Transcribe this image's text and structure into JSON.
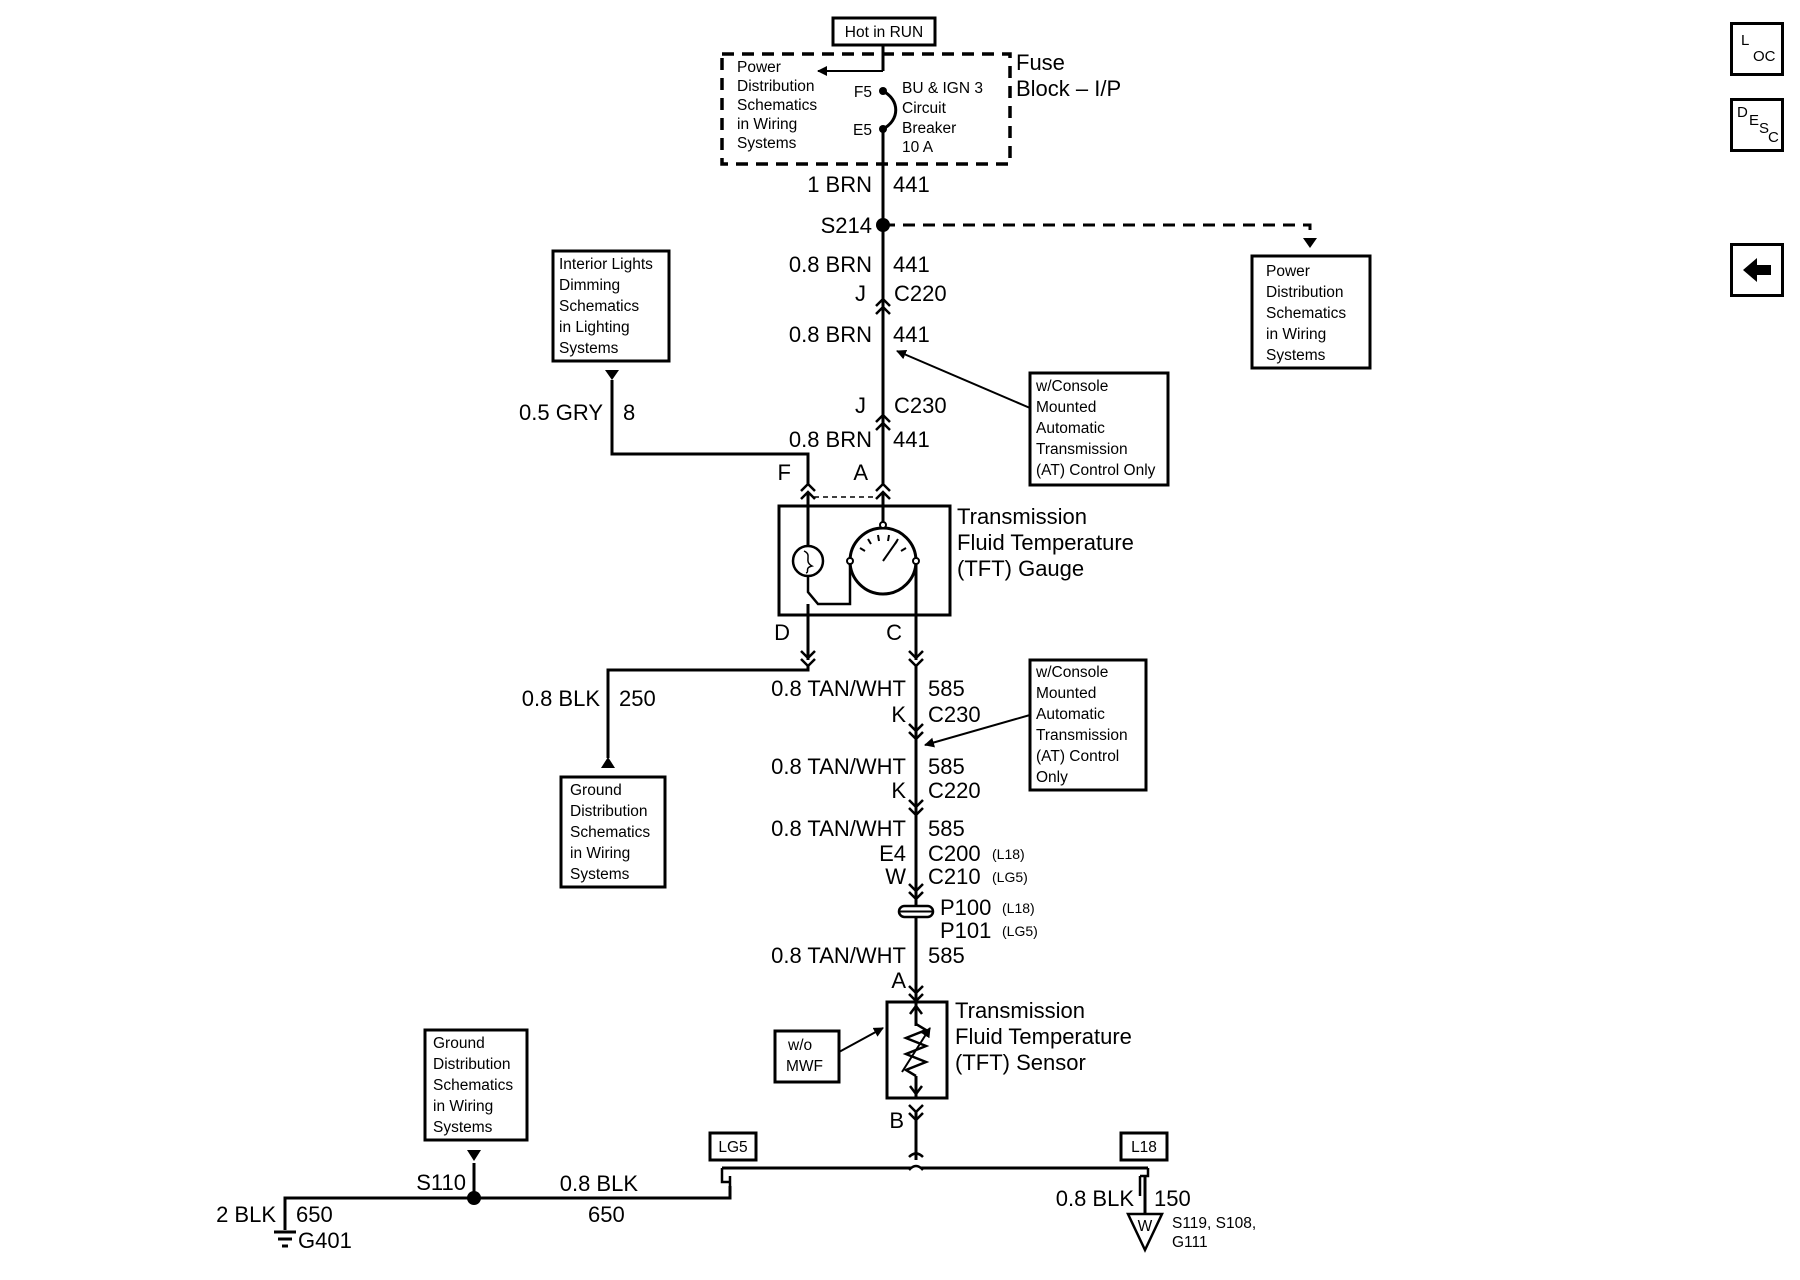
{
  "header": {
    "hot_label": "Hot in RUN"
  },
  "fuse_block": {
    "title_line1": "Fuse",
    "title_line2": "Block – I/P",
    "ref_lines": [
      "Power",
      "Distribution",
      "Schematics",
      "in Wiring",
      "Systems"
    ],
    "pin_top": "F5",
    "pin_bottom": "E5",
    "breaker_lines": [
      "BU & IGN 3",
      "Circuit",
      "Breaker",
      "10 A"
    ]
  },
  "wires": {
    "w1": {
      "gauge": "1 BRN",
      "circuit": "441"
    },
    "splice_s214": "S214",
    "w2": {
      "gauge": "0.8 BRN",
      "circuit": "441"
    },
    "c220_top": {
      "pin": "J",
      "conn": "C220"
    },
    "w3": {
      "gauge": "0.8 BRN",
      "circuit": "441"
    },
    "c230_top": {
      "pin": "J",
      "conn": "C230"
    },
    "w4": {
      "gauge": "0.8 BRN",
      "circuit": "441"
    },
    "gry": {
      "gauge": "0.5 GRY",
      "circuit": "8"
    },
    "blk250": {
      "gauge": "0.8 BLK",
      "circuit": "250"
    },
    "tan1": {
      "gauge": "0.8 TAN/WHT",
      "circuit": "585"
    },
    "c230_bot": {
      "pin": "K",
      "conn": "C230"
    },
    "tan2": {
      "gauge": "0.8 TAN/WHT",
      "circuit": "585"
    },
    "c220_bot": {
      "pin": "K",
      "conn": "C220"
    },
    "tan3": {
      "gauge": "0.8 TAN/WHT",
      "circuit": "585"
    },
    "c200": {
      "pin": "E4",
      "conn": "C200",
      "option": "(L18)"
    },
    "c210": {
      "pin": "W",
      "conn": "C210",
      "option": "(LG5)"
    },
    "p100": {
      "conn": "P100",
      "option": "(L18)"
    },
    "p101": {
      "conn": "P101",
      "option": "(LG5)"
    },
    "tan4": {
      "gauge": "0.8 TAN/WHT",
      "circuit": "585"
    },
    "sensor_pin_a": "A",
    "sensor_pin_b": "B"
  },
  "gauge": {
    "title_lines": [
      "Transmission",
      "Fluid Temperature",
      "(TFT) Gauge"
    ],
    "pin_f": "F",
    "pin_a": "A",
    "pin_d": "D",
    "pin_c": "C"
  },
  "sensor": {
    "title_lines": [
      "Transmission",
      "Fluid Temperature",
      "(TFT) Sensor"
    ]
  },
  "refs": {
    "power_right": [
      "Power",
      "Distribution",
      "Schematics",
      "in Wiring",
      "Systems"
    ],
    "interior": [
      "Interior Lights",
      "Dimming",
      "Schematics",
      "in Lighting",
      "Systems"
    ],
    "console_top": [
      "w/Console",
      "Mounted",
      "Automatic",
      "Transmission",
      "(AT) Control Only"
    ],
    "console_bot": [
      "w/Console",
      "Mounted",
      "Automatic",
      "Transmission",
      "(AT) Control",
      "Only"
    ],
    "ground_mid": [
      "Ground",
      "Distribution",
      "Schematics",
      "in Wiring",
      "Systems"
    ],
    "ground_left": [
      "Ground",
      "Distribution",
      "Schematics",
      "in Wiring",
      "Systems"
    ],
    "wo_mwf": [
      "w/o",
      "MWF"
    ]
  },
  "ground_section": {
    "lg5_tag": "LG5",
    "l18_tag": "L18",
    "s110": "S110",
    "blk650_gauge": "0.8 BLK",
    "blk650_circuit": "650",
    "g401_gauge": "2 BLK",
    "g401_circuit": "650",
    "g401": "G401",
    "blk150_gauge": "0.8 BLK",
    "blk150_circuit": "150",
    "w_symbol": "W",
    "splices_line1": "S119, S108,",
    "splices_line2": "G111"
  },
  "nav": {
    "loc": {
      "main": "L",
      "sub": "OC"
    },
    "desc": {
      "d": "D",
      "e": "E",
      "s": "S",
      "c": "C"
    },
    "back_icon": "left-arrow-icon"
  }
}
